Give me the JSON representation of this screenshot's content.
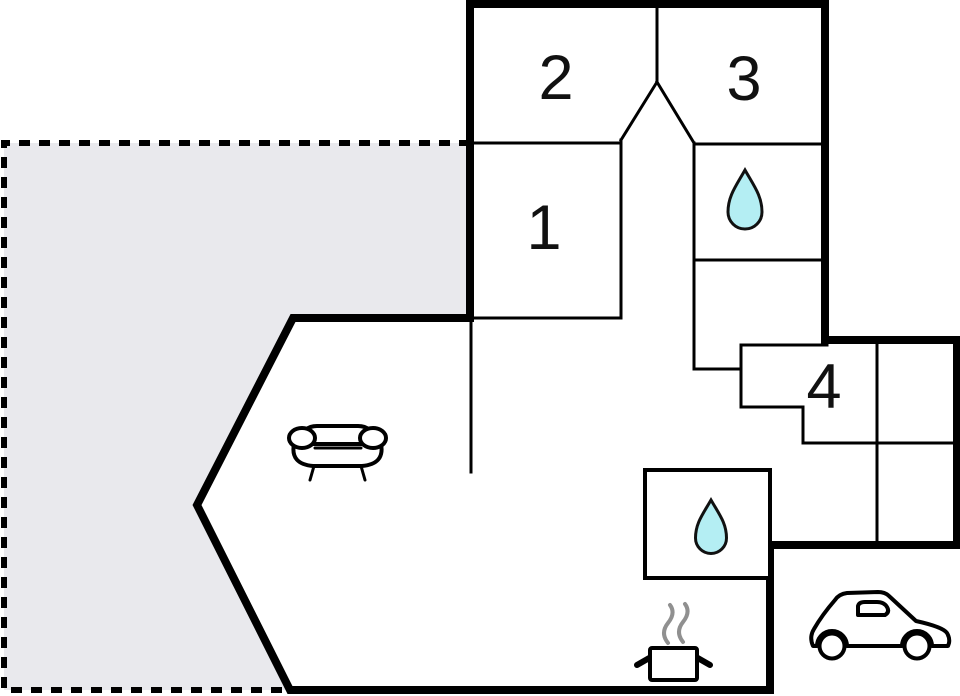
{
  "plan": {
    "type": "floor-plan",
    "rooms": [
      {
        "id": "room-1",
        "label": "1"
      },
      {
        "id": "room-2",
        "label": "2"
      },
      {
        "id": "room-3",
        "label": "3"
      },
      {
        "id": "room-4",
        "label": "4"
      }
    ],
    "icons": [
      {
        "name": "water-drop-icon",
        "meaning": "bathroom",
        "count": 2
      },
      {
        "name": "sofa-icon",
        "meaning": "living room"
      },
      {
        "name": "cooking-pot-icon",
        "meaning": "kitchen"
      },
      {
        "name": "car-icon",
        "meaning": "carport"
      }
    ],
    "areas": [
      {
        "name": "terrace",
        "style": "dashed outline, gray fill"
      }
    ],
    "colors": {
      "wall": "#000000",
      "terrace_fill": "#e9e9ed",
      "water_drop": "#b4eef3",
      "steam": "#909090"
    }
  }
}
